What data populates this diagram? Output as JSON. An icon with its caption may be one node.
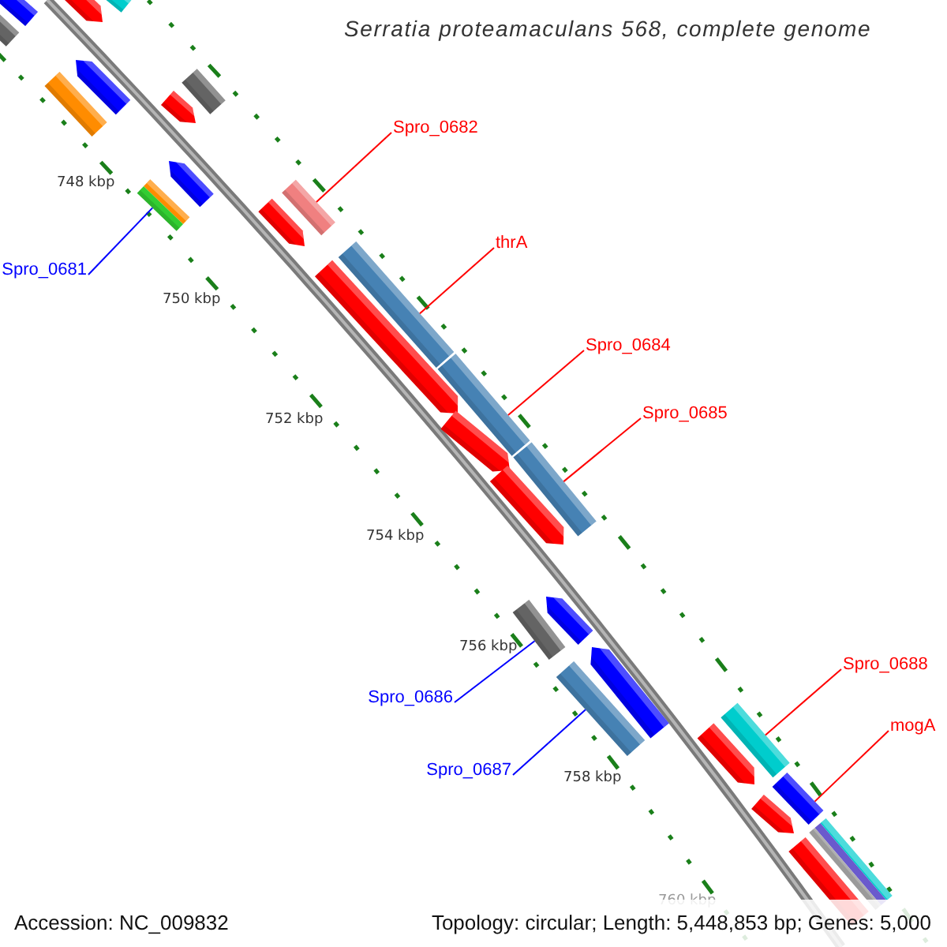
{
  "diagram": {
    "title": "Serratia proteamaculans 568, complete genome",
    "nodes": [
      {
        "text": [
          "Spro_0681"
        ]
      },
      {
        "text": [],
        "shape": "bar"
      },
      {
        "text": [
          "Spro_0682"
        ]
      },
      {
        "text": [],
        "shape": "bar"
      },
      {
        "text": [
          "thrA"
        ]
      },
      {
        "text": [],
        "shape": "bar"
      },
      {
        "text": [
          "Spro_0684"
        ]
      },
      {
        "text": [],
        "shape": "bar"
      },
      {
        "text": [
          "Spro_0685"
        ]
      },
      {
        "text": [],
        "shape": "bar"
      },
      {
        "text": [
          "Spro_0686"
        ]
      },
      {
        "text": [],
        "shape": "bar"
      },
      {
        "text": [
          "Spro_0687"
        ]
      },
      {
        "text": [],
        "shape": "bar"
      },
      {
        "text": [
          "Spro_0688"
        ]
      },
      {
        "text": [],
        "shape": "bar"
      },
      {
        "text": [
          "mogA"
        ]
      },
      {
        "text": [],
        "shape": "bar"
      },
      {
        "text": [],
        "shape": "bar"
      },
      {
        "text": [],
        "shape": "bar"
      },
      {
        "text": [],
        "shape": "bar"
      },
      {
        "text": [],
        "shape": "bar"
      },
      {
        "text": [],
        "shape": "bar"
      },
      {
        "text": [],
        "shape": "bar"
      },
      {
        "text": [],
        "shape": "bar"
      },
      {
        "text": [],
        "shape": "bar"
      },
      {
        "text": [],
        "shape": "bar"
      },
      {
        "text": [],
        "shape": "bar"
      },
      {
        "text": [],
        "shape": "bar"
      },
      {
        "text": [],
        "shape": "bar"
      },
      {
        "text": [],
        "shape": "bar"
      },
      {
        "text": [],
        "shape": "bar"
      },
      {
        "text": [],
        "shape": "bar"
      },
      {
        "text": [],
        "shape": "bar"
      },
      {
        "text": [],
        "shape": "bar"
      },
      {
        "text": [],
        "shape": "bar"
      },
      {
        "text": [],
        "shape": "bar"
      }
    ],
    "edges": [
      {
        "from": 0,
        "to": 1,
        "arrow": "none",
        "color": "#0000ff"
      },
      {
        "from": 2,
        "to": 3,
        "arrow": "none"
      },
      {
        "from": 4,
        "to": 5,
        "arrow": "none"
      },
      {
        "from": 6,
        "to": 7,
        "arrow": "none"
      },
      {
        "from": 8,
        "to": 9,
        "arrow": "none"
      },
      {
        "from": 10,
        "to": 11,
        "arrow": "none",
        "color": "#0000ff"
      },
      {
        "from": 12,
        "to": 13,
        "arrow": "none",
        "color": "#0000ff"
      },
      {
        "from": 14,
        "to": 15,
        "arrow": "none"
      },
      {
        "from": 16,
        "to": 17,
        "arrow": "none"
      }
    ],
    "labels": [
      "748 kbp",
      "750 kbp",
      "752 kbp",
      "754 kbp",
      "756 kbp",
      "758 kbp",
      "760 kbp",
      "Accession: NC_009832",
      "Topology: circular; Length: 5,448,853 bp; Genes: 5,000"
    ]
  }
}
